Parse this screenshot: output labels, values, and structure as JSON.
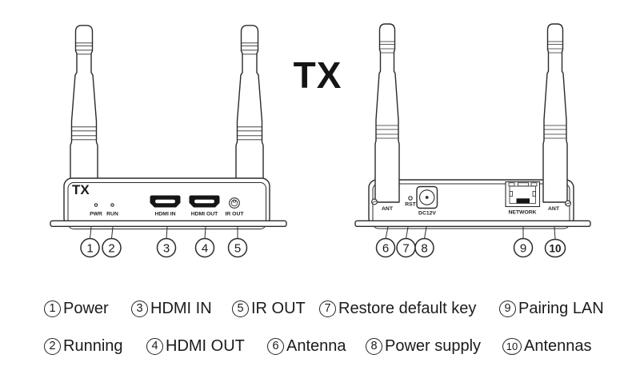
{
  "title": "TX",
  "front_device": {
    "panel_label": "TX",
    "led_pwr": "PWR",
    "led_run": "RUN",
    "hdmi_in": "HDMI IN",
    "hdmi_out": "HDMI OUT",
    "ir_out": "IR OUT",
    "callouts": [
      "1",
      "2",
      "3",
      "4",
      "5"
    ]
  },
  "rear_device": {
    "ant_left": "ANT",
    "rst": "RST",
    "dc12v": "DC12V",
    "network": "NETWORK",
    "ant_right": "ANT",
    "callouts": [
      "6",
      "7",
      "8",
      "9",
      "10"
    ]
  },
  "legend": {
    "row1": [
      {
        "num": "1",
        "label": "Power"
      },
      {
        "num": "3",
        "label": "HDMI IN"
      },
      {
        "num": "5",
        "label": "IR OUT"
      },
      {
        "num": "7",
        "label": "Restore default key"
      },
      {
        "num": "9",
        "label": "Pairing LAN"
      }
    ],
    "row2": [
      {
        "num": "2",
        "label": "Running"
      },
      {
        "num": "4",
        "label": "HDMI OUT"
      },
      {
        "num": "6",
        "label": "Antenna"
      },
      {
        "num": "8",
        "label": "Power supply"
      },
      {
        "num": "10",
        "label": "Antennas"
      }
    ]
  },
  "colors": {
    "line": "#2b2b2b",
    "text": "#1b1b1b",
    "port_fill": "#151515",
    "background": "#ffffff"
  }
}
